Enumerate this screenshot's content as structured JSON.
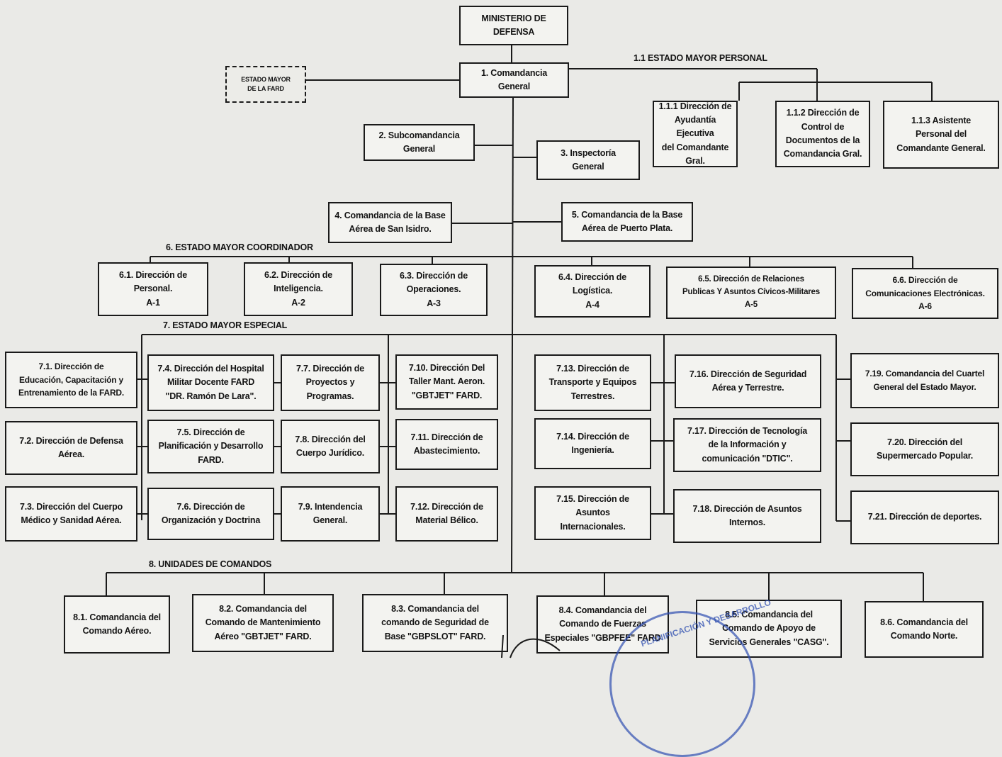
{
  "boxes": {
    "ministerio": "MINISTERIO DE\nDEFENSA",
    "estado_mayor_fard": "ESTADO MAYOR\nDE LA FARD",
    "comandancia_general": "1. Comandancia\nGeneral",
    "subcomandancia": "2. Subcomandancia\nGeneral",
    "inspectoria": "3. Inspectoría\nGeneral",
    "d111": "1.1.1 Dirección de\nAyudantía Ejecutiva\ndel Comandante\nGral.",
    "d112": "1.1.2 Dirección de\nControl de\nDocumentos de la\nComandancia Gral.",
    "d113": "1.1.3 Asistente\nPersonal del\nComandante General.",
    "base4": "4. Comandancia de la Base\nAérea de San Isidro.",
    "base5": "5. Comandancia de la Base\nAérea de Puerto Plata.",
    "d61": "6.1. Dirección de\nPersonal.\nA-1",
    "d62": "6.2. Dirección de\nInteligencia.\nA-2",
    "d63": "6.3. Dirección de\nOperaciones.\nA-3",
    "d64": "6.4. Dirección de\nLogística.\nA-4",
    "d65": "6.5. Dirección de Relaciones\nPublicas Y Asuntos Cívicos-Militares\nA-5",
    "d66": "6.6. Dirección de\nComunicaciones Electrónicas.\nA-6",
    "d71": "7.1. Dirección de\nEducación, Capacitación y\nEntrenamiento de la FARD.",
    "d72": "7.2. Dirección de Defensa\nAérea.",
    "d73": "7.3. Dirección del Cuerpo\nMédico y Sanidad Aérea.",
    "d74": "7.4. Dirección del Hospital\nMilitar Docente FARD\n\"DR. Ramón De Lara\".",
    "d75": "7.5. Dirección de\nPlanificación y Desarrollo\nFARD.",
    "d76": "7.6. Dirección de\nOrganización y Doctrina",
    "d77": "7.7. Dirección de\nProyectos y\nProgramas.",
    "d78": "7.8. Dirección del\nCuerpo Jurídico.",
    "d79": "7.9. Intendencia\nGeneral.",
    "d710": "7.10. Dirección Del\nTaller Mant. Aeron.\n\"GBTJET\" FARD.",
    "d711": "7.11. Dirección de\nAbastecimiento.",
    "d712": "7.12. Dirección de\nMaterial Bélico.",
    "d713": "7.13. Dirección de\nTransporte y Equipos\nTerrestres.",
    "d714": "7.14. Dirección de\nIngeniería.",
    "d715": "7.15. Dirección de\nAsuntos\nInternacionales.",
    "d716": "7.16. Dirección de Seguridad\nAérea y Terrestre.",
    "d717": "7.17. Dirección de Tecnología\nde la Información y\ncomunicación \"DTIC\".",
    "d718": "7.18. Dirección de Asuntos\nInternos.",
    "d719": "7.19. Comandancia del Cuartel\nGeneral del Estado Mayor.",
    "d720": "7.20. Dirección del\nSupermercado Popular.",
    "d721": "7.21. Dirección de deportes.",
    "c81": "8.1. Comandancia del\nComando Aéreo.",
    "c82": "8.2. Comandancia del\nComando de Mantenimiento\nAéreo \"GBTJET\" FARD.",
    "c83": "8.3. Comandancia del\ncomando de Seguridad de\nBase \"GBPSLOT\" FARD.",
    "c84": "8.4. Comandancia del\nComando de Fuerzas\nEspeciales \"GBPFEE\" FARD",
    "c85": "8.5. Comandancia del\nComando de Apoyo de\nServicios Generales \"CASG\".",
    "c86": "8.6. Comandancia del\nComando Norte."
  },
  "headers": {
    "estado_mayor_personal": "1.1 ESTADO MAYOR PERSONAL",
    "estado_mayor_coordinador": "6. ESTADO MAYOR COORDINADOR",
    "estado_mayor_especial": "7. ESTADO MAYOR ESPECIAL",
    "unidades_comandos": "8. UNIDADES DE COMANDOS"
  },
  "seal": {
    "text": "PLANIFICACIÓN Y DESARROLLO"
  }
}
